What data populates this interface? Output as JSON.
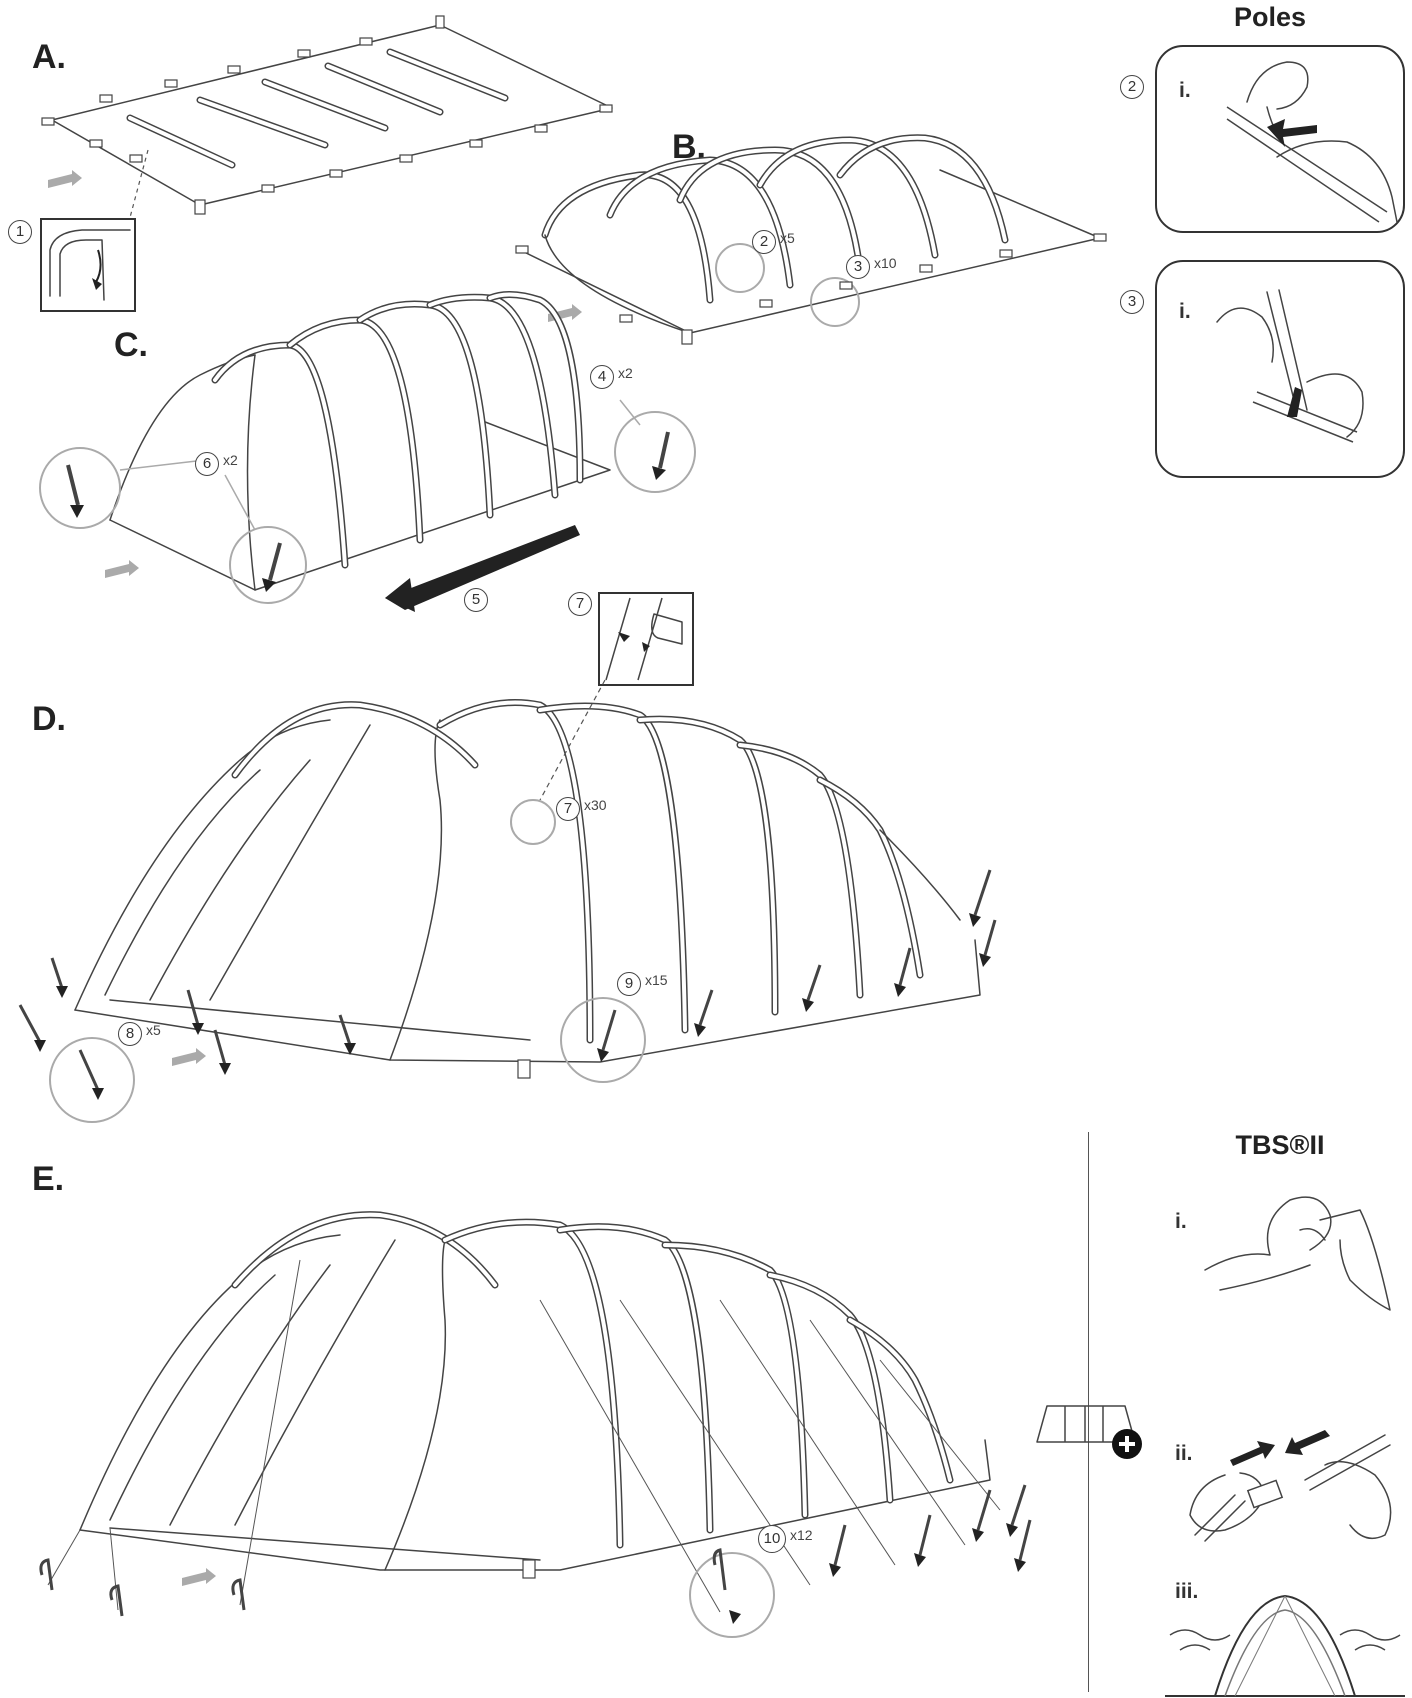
{
  "steps": {
    "a": "A.",
    "b": "B.",
    "c": "C.",
    "d": "D.",
    "e": "E."
  },
  "panels": {
    "poles": {
      "title": "Poles",
      "items": [
        {
          "number": "2",
          "label": "i."
        },
        {
          "number": "3",
          "label": "i."
        }
      ]
    },
    "tbs": {
      "title": "TBS®II",
      "items": [
        "i.",
        "ii.",
        "iii."
      ]
    }
  },
  "callouts": {
    "c1": {
      "number": "1",
      "count": ""
    },
    "c2": {
      "number": "2",
      "count": "x5"
    },
    "c3": {
      "number": "3",
      "count": "x10"
    },
    "c4": {
      "number": "4",
      "count": "x2"
    },
    "c5": {
      "number": "5",
      "count": ""
    },
    "c6": {
      "number": "6",
      "count": "x2"
    },
    "c7a": {
      "number": "7",
      "count": ""
    },
    "c7b": {
      "number": "7",
      "count": "x30"
    },
    "c8": {
      "number": "8",
      "count": "x5"
    },
    "c9": {
      "number": "9",
      "count": "x15"
    },
    "c10": {
      "number": "10",
      "count": "x12"
    }
  },
  "icons": [
    "arrow-icon",
    "peg-icon",
    "plus-icon",
    "tent-icon",
    "hand-icon"
  ]
}
